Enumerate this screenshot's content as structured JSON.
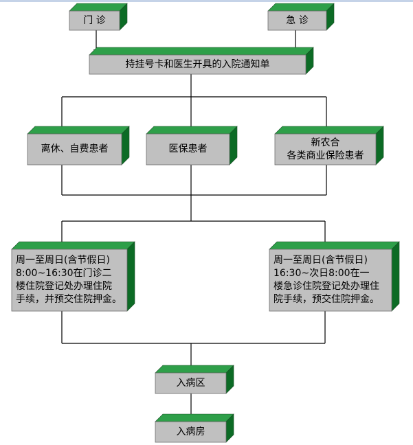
{
  "nodes": {
    "outpatient": "门  诊",
    "emergency": "急  诊",
    "notice": "持挂号卡和医生开具的入院通知单",
    "retired": "离休、自费患者",
    "insured": "医保患者",
    "commercial": "新农合\n各类商业保险患者",
    "weekday_day": "周一至周日(含节假日)\n8:00~16:30在门诊二\n楼住院登记处办理住院\n手续，并预交住院押金。",
    "weekday_night": "周一至周日(含节假日)\n16:30~次日8:00在一\n楼急诊住院登记处办理住\n院手续，预交住院押金。",
    "ward_area": "入病区",
    "ward_room": "入病房"
  },
  "colors": {
    "box_face": "#c0c0c0",
    "box_top": "#2e9f49",
    "box_side": "#0c6b25",
    "line": "#000000",
    "page_top_bar": "#c5d3e8"
  }
}
